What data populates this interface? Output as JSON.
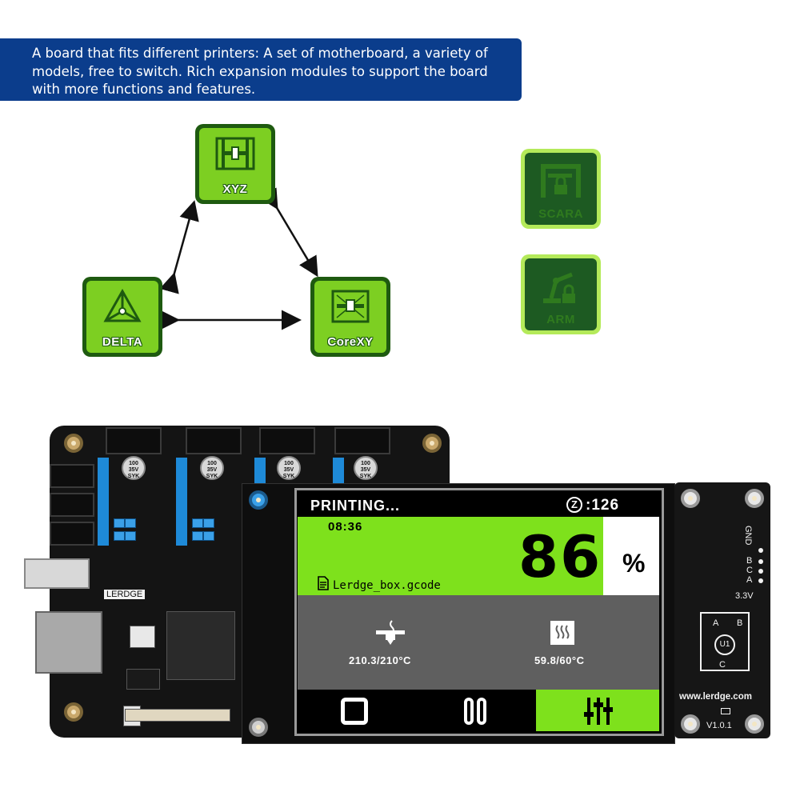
{
  "banner": {
    "lines": [
      "A board that fits different printers: A set of motherboard, a variety of",
      "models, free to switch. Rich expansion modules to support the board",
      "with more functions and features."
    ]
  },
  "modes": {
    "xyz": "XYZ",
    "delta": "DELTA",
    "corexy": "CoreXY",
    "scara": "SCARA",
    "arm": "ARM"
  },
  "board": {
    "brand": "LERDGE",
    "cap_label": "100\n35V\nSYK"
  },
  "display": {
    "status": "PRINTING...",
    "z_icon": "Z",
    "z_value": ":126",
    "time": "08:36",
    "progress": "86",
    "percent_sign": "%",
    "progress_fraction": 0.86,
    "filename": "Lerdge_box.gcode",
    "nozzle_temp": "210.3/210°C",
    "bed_temp": "59.8/60°C"
  },
  "adapter": {
    "gnd": "GND",
    "b": "B",
    "c": "C",
    "a": "A",
    "v33": "3.3V",
    "pin_a": "A",
    "pin_b": "B",
    "u1": "U1",
    "pin_c": "C",
    "url": "www.lerdge.com",
    "version": "V1.0.1"
  },
  "colors": {
    "banner_bg": "#0b3d8c",
    "mode_green": "#7dcf22",
    "mode_dark": "#1e5a10",
    "screen_green": "#7ee11c",
    "screen_gray": "#5f5f5f"
  }
}
